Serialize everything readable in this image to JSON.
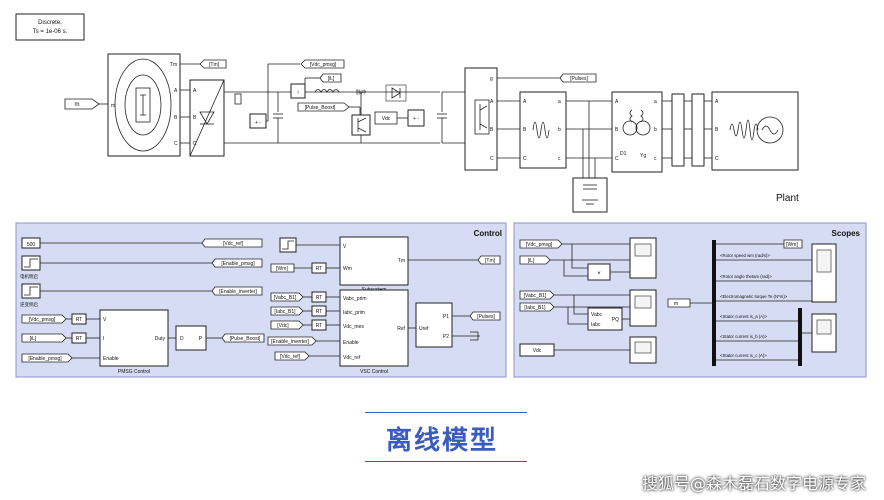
{
  "solver": {
    "line1": "Discrete,",
    "line2": "Ts = 1e-06 s."
  },
  "plant": {
    "title": "Plant",
    "input_m": "m",
    "gen_ports": {
      "tm": "Tm",
      "m": "m",
      "a": "A",
      "b": "B",
      "c": "C"
    },
    "tags": {
      "tm": "[Tm]",
      "vdc_pmsg": "[Vdc_pmsg]",
      "il": "[iL]",
      "pulse_boost": "[Pulse_Boost]",
      "vdc": "Vdc",
      "pulses": "[Pulses]"
    },
    "inv_ports": {
      "a": "A",
      "b": "B",
      "c": "C",
      "g": "g"
    },
    "filter_ports": {
      "a": "A",
      "b": "B",
      "c": "C"
    },
    "tr_labels": {
      "d1": "D1",
      "yg": "Yg"
    },
    "grid_ports": {
      "a": "A",
      "b": "B",
      "c": "C"
    },
    "boost_label": "脉冲"
  },
  "control": {
    "title": "Control",
    "const_500": "500",
    "step1_label": "电机侧启",
    "step2_label": "逆变侧启",
    "goto": {
      "vdc_ref": "[Vdc_ref]",
      "enable_pmsg": "[Enable_pmsg]",
      "enable_inverter": "[Enable_inverter]",
      "tm": "[Tm]",
      "pulses": "[Pulses]",
      "pulse_boost": "[Pulse_Boost]"
    },
    "from": {
      "wm": "[Wm]",
      "vdc_pmsg": "[Vdc_pmsg]",
      "il": "[iL]",
      "enable_pmsg": "[Enable_pmsg]",
      "vabc_b1": "[Vabc_B1]",
      "iabc_b1": "[Iabc_B1]",
      "vdc": "[Vdc]",
      "enable_inverter": "[Enable_inverter]",
      "vdc_ref": "[Vdc_ref]"
    },
    "rt": "RT",
    "subsystem": {
      "name": "Subsystem",
      "in_v": "V",
      "in_wm": "Wm",
      "out_tm": "Tm"
    },
    "pmsg": {
      "name": "PMSG Control",
      "in_v": "V",
      "in_i": "I",
      "in_enable": "Enable",
      "out_duty": "Duty"
    },
    "dp": {
      "d": "D",
      "p": "P"
    },
    "vsc": {
      "name": "VSC Control",
      "in1": "Vabc_prim",
      "in2": "Iabc_prim",
      "in3": "Vdc_mes",
      "in4": "Enable",
      "in5": "Vdc_ref",
      "out": "Ref"
    },
    "pwm": {
      "in": "Uref",
      "out1": "P1",
      "out2": "P2"
    }
  },
  "scopes": {
    "title": "Scopes",
    "from": {
      "vdc_pmsg": "[Vdc_pmsg]",
      "il": "[iL]",
      "vabc_b1": "[Vabc_B1]",
      "iabc_b1": "[Iabc_B1]",
      "vdc": "Vdc",
      "m": "m"
    },
    "goto_wm": "[Wm]",
    "mult": "×",
    "pq": {
      "in1": "Vabc",
      "in2": "Iabc",
      "out": "PQ"
    },
    "signals": [
      "<Rotor speed wm (rad/s)>",
      "<Rotor angle thetam (rad)>",
      "<Electromagnetic torque Te (N*m)>",
      "<Stator current is_a (A)>",
      "<Stator current is_b (A)>",
      "<Stator current is_c (A)>"
    ]
  },
  "caption": "离线模型",
  "watermark": "搜狐号@森木磊石数字电源专家"
}
